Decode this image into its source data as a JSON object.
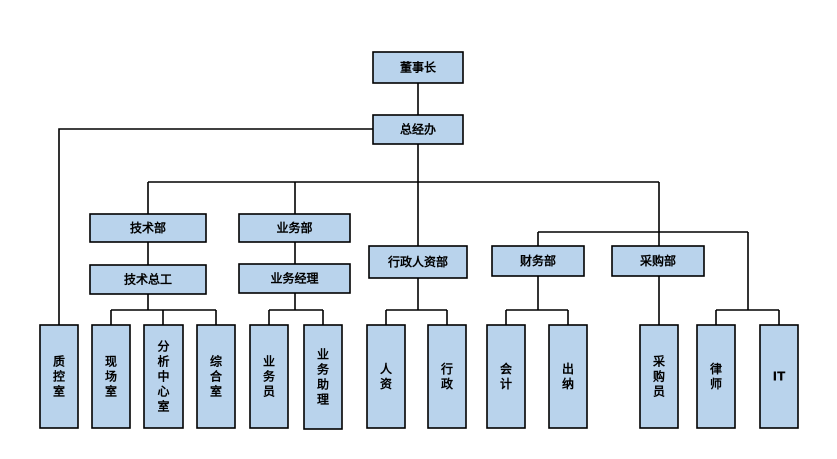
{
  "org_chart": {
    "chairman": "董事长",
    "gm_office": "总经办",
    "departments": {
      "tech": "技术部",
      "tech_head": "技术总工",
      "business": "业务部",
      "business_manager": "业务经理",
      "admin_hr": "行政人资部",
      "finance": "财务部",
      "purchasing": "采购部"
    },
    "staff": {
      "qc": "质控室",
      "field": "现场室",
      "analysis": "分析中心室",
      "general": "综合室",
      "salesperson": "业务员",
      "sales_assistant": "业务助理",
      "hr": "人资",
      "admin": "行政",
      "accounting": "会计",
      "cashier": "出纳",
      "buyer": "采购员",
      "lawyer": "律师",
      "it": "IT"
    }
  },
  "colors": {
    "box_fill": "#b9d3ec",
    "box_stroke": "#000000",
    "line": "#000000"
  }
}
